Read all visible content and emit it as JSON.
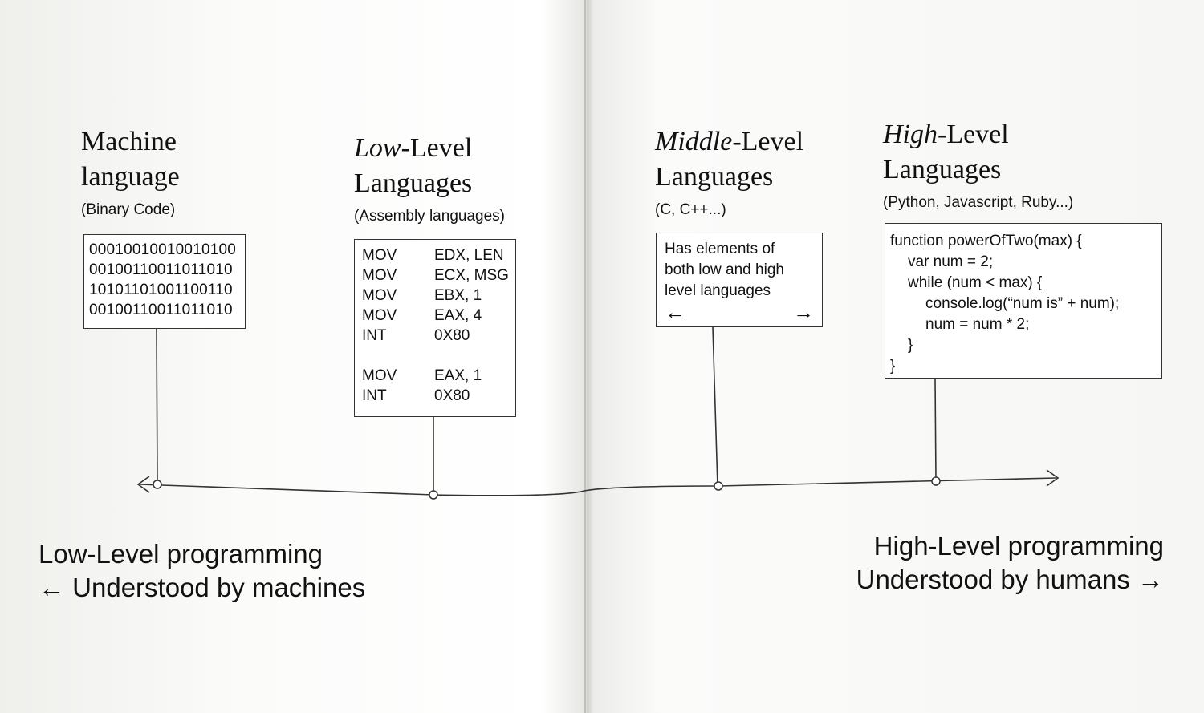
{
  "headings": {
    "machine": {
      "line1": "Machine",
      "line2": "language",
      "sub": "(Binary Code)"
    },
    "low": {
      "em": "Low",
      "rest": "-Level",
      "line2": "Languages",
      "sub": "(Assembly languages)"
    },
    "middle": {
      "em": "Middle",
      "rest": "-Level",
      "line2": "Languages",
      "sub": "(C, C++...)"
    },
    "high": {
      "em": "High",
      "rest": "-Level",
      "line2": "Languages",
      "sub": "(Python, Javascript, Ruby...)"
    }
  },
  "binary_lines": [
    "00010010010010100",
    "00100110011011010",
    "10101101001100110",
    "00100110011011010"
  ],
  "assembly_lines": [
    {
      "op": "MOV",
      "arg": "EDX, LEN"
    },
    {
      "op": "MOV",
      "arg": "ECX, MSG"
    },
    {
      "op": "MOV",
      "arg": "EBX, 1"
    },
    {
      "op": "MOV",
      "arg": "EAX, 4"
    },
    {
      "op": "INT",
      "arg": "0X80"
    },
    {
      "op": "MOV",
      "arg": "EAX, 1"
    },
    {
      "op": "INT",
      "arg": "0X80"
    }
  ],
  "middle_box": {
    "line1": "Has elements of",
    "line2": "both low and high",
    "line3": "level languages",
    "left_arrow": "←",
    "right_arrow": "→"
  },
  "code_lines": [
    "function powerOfTwo(max) {",
    "var num = 2;",
    "while (num < max) {",
    "console.log(“num is” + num);",
    "num = num * 2;",
    "}",
    "}"
  ],
  "footer": {
    "left_line1": "Low-Level programming",
    "left_line2": "← Understood by machines",
    "right_line1": "High-Level programming",
    "right_line2": "Understood by humans →"
  }
}
